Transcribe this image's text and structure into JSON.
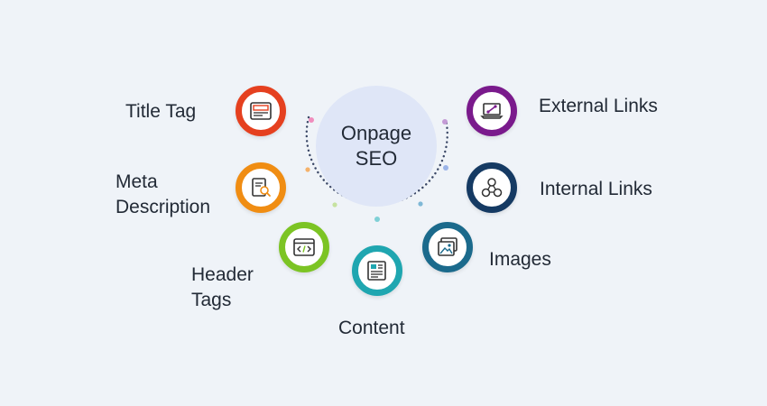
{
  "center": {
    "line1": "Onpage",
    "line2": "SEO"
  },
  "nodes": [
    {
      "key": "title-tag",
      "lines": [
        "Title Tag"
      ],
      "color": "#e5401f",
      "icon": "title-icon"
    },
    {
      "key": "meta-description",
      "lines": [
        "Meta",
        "Description"
      ],
      "color": "#f08d13",
      "icon": "document-search-icon"
    },
    {
      "key": "header-tags",
      "lines": [
        "Header",
        "Tags"
      ],
      "color": "#7cc424",
      "icon": "code-window-icon"
    },
    {
      "key": "content",
      "lines": [
        "Content"
      ],
      "color": "#1fa6b0",
      "icon": "article-icon"
    },
    {
      "key": "images",
      "lines": [
        "Images"
      ],
      "color": "#1b6a8c",
      "icon": "image-gallery-icon"
    },
    {
      "key": "internal-links",
      "lines": [
        "Internal Links"
      ],
      "color": "#153a63",
      "icon": "link-nodes-icon"
    },
    {
      "key": "external-links",
      "lines": [
        "External Links"
      ],
      "color": "#7a1a8c",
      "icon": "laptop-link-icon"
    }
  ]
}
